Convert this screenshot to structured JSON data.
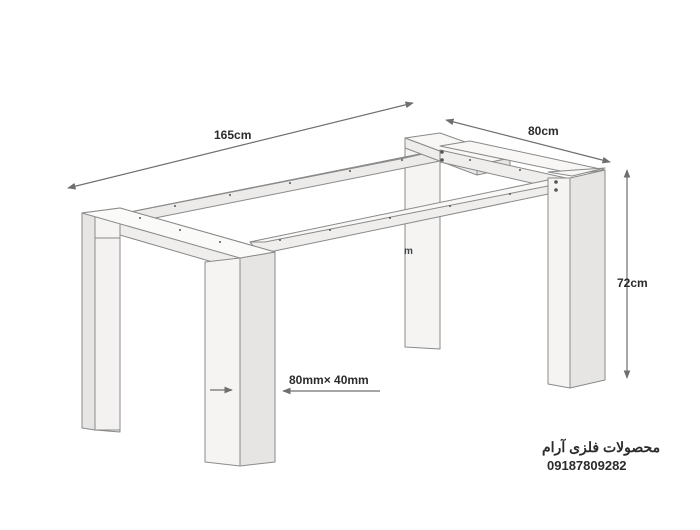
{
  "dimensions": {
    "length": "165cm",
    "width": "80cm",
    "height": "72cm",
    "profile": "80mm× 40mm",
    "fragment": "m"
  },
  "brand": {
    "name": "محصولات فلزی آرام",
    "phone": "09187809282"
  },
  "colors": {
    "face": "#f5f4f3",
    "side": "#e6e5e4",
    "edge": "#8a8a8a",
    "dim_line": "#6f6f6f",
    "text": "#2b2b2b"
  }
}
